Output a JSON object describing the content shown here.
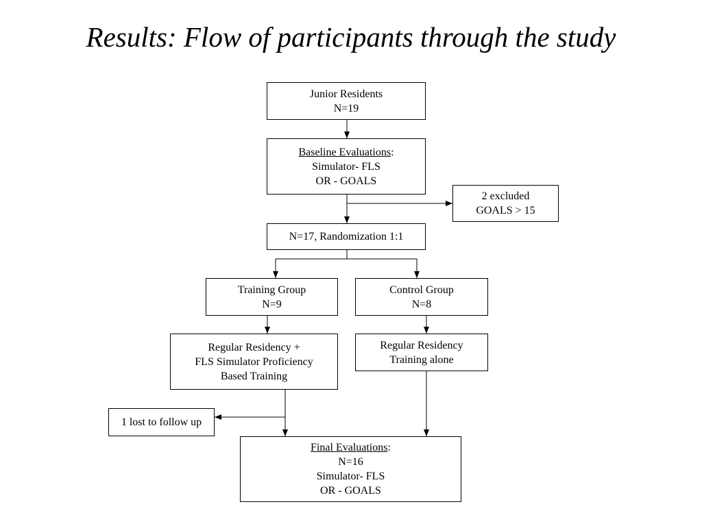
{
  "title": "Results: Flow of participants through the study",
  "nodes": {
    "junior_residents": {
      "line1": "Junior Residents",
      "line2": "N=19"
    },
    "baseline": {
      "heading": "Baseline Evaluations",
      "colon": ":",
      "line2": "Simulator- FLS",
      "line3": "OR - GOALS"
    },
    "excluded": {
      "line1": "2 excluded",
      "line2": "GOALS > 15"
    },
    "randomization": {
      "line1": "N=17, Randomization 1:1"
    },
    "training_group": {
      "line1": "Training Group",
      "line2": "N=9"
    },
    "control_group": {
      "line1": "Control Group",
      "line2": "N=8"
    },
    "training_regimen": {
      "line1": "Regular Residency +",
      "line2": "FLS Simulator Proficiency",
      "line3": "Based Training"
    },
    "control_regimen": {
      "line1": "Regular Residency",
      "line2": "Training alone"
    },
    "lost": {
      "line1": "1 lost to follow up"
    },
    "final": {
      "heading": "Final Evaluations",
      "colon": ":",
      "line2": "N=16",
      "line3": "Simulator- FLS",
      "line4": "OR - GOALS"
    }
  }
}
